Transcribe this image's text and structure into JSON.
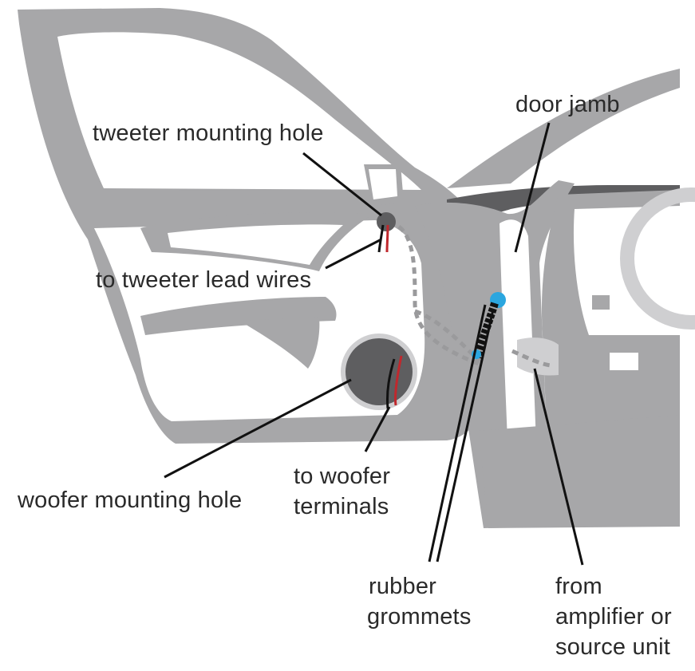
{
  "labels": {
    "tweeter_mounting_hole": "tweeter mounting hole",
    "to_tweeter_lead_wires": "to tweeter lead wires",
    "door_jamb": "door jamb",
    "woofer_mounting_hole": "woofer mounting hole",
    "to_woofer_terminals_line1": "to woofer",
    "to_woofer_terminals_line2": "terminals",
    "rubber_grommets_line1": "rubber",
    "rubber_grommets_line2": "grommets",
    "from_amplifier_line1": "from",
    "from_amplifier_line2": "amplifier or",
    "from_amplifier_line3": "source unit"
  },
  "colors": {
    "body_gray": "#a7a7a9",
    "light_gray": "#cfcfd1",
    "dark_gray": "#5e5e60",
    "wire_red": "#c0282d",
    "grommet_blue": "#2ba6df",
    "leader_black": "#111111",
    "route_dash": "#9a9a9c"
  }
}
